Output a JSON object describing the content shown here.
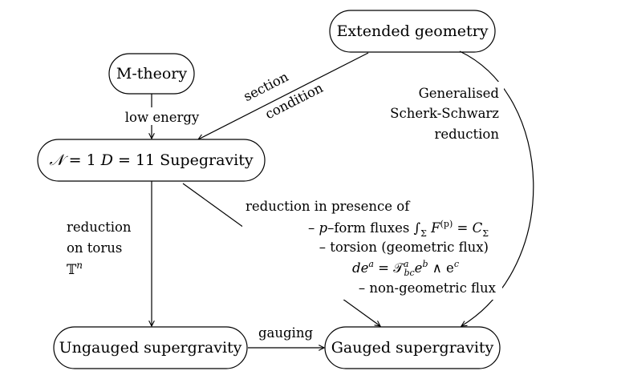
{
  "nodes": {
    "extended_geometry": "Extended geometry",
    "m_theory": "M-theory",
    "sugra_n": "𝒩",
    "sugra_eq1": " = 1 ",
    "sugra_d": "D",
    "sugra_eq2": " = 11 Supegravity",
    "ungauged": "Ungauged supergravity",
    "gauged": "Gauged supergravity"
  },
  "edges": {
    "low_energy": "low energy",
    "section": "section",
    "condition": "condition",
    "gss_line1": "Generalised",
    "gss_line2": "Scherk-Schwarz",
    "gss_line3": "reduction",
    "torus_line1": "reduction",
    "torus_line2": "on torus",
    "torus_line3": "𝕋",
    "torus_sup": "n",
    "gauging": "gauging",
    "flux_title": "reduction in presence of",
    "flux_p_a": "– ",
    "flux_p_b": "p",
    "flux_p_c": "–form fluxes ∫",
    "flux_p_sub": "Σ",
    "flux_p_d": " F",
    "flux_p_sup": "(p)",
    "flux_p_e": " = C",
    "flux_p_sub2": "Σ",
    "flux_torsion": "– torsion (geometric flux)",
    "flux_de": "de",
    "flux_de_sup": "a",
    "flux_de_eq": " = 𝒯",
    "flux_T_sup": "a",
    "flux_T_sub": "bc",
    "flux_e": "e",
    "flux_e_sup": "b",
    "flux_wedge": " ∧ e",
    "flux_wedge_sup": "c",
    "flux_nongeo": "– non-geometric flux"
  }
}
